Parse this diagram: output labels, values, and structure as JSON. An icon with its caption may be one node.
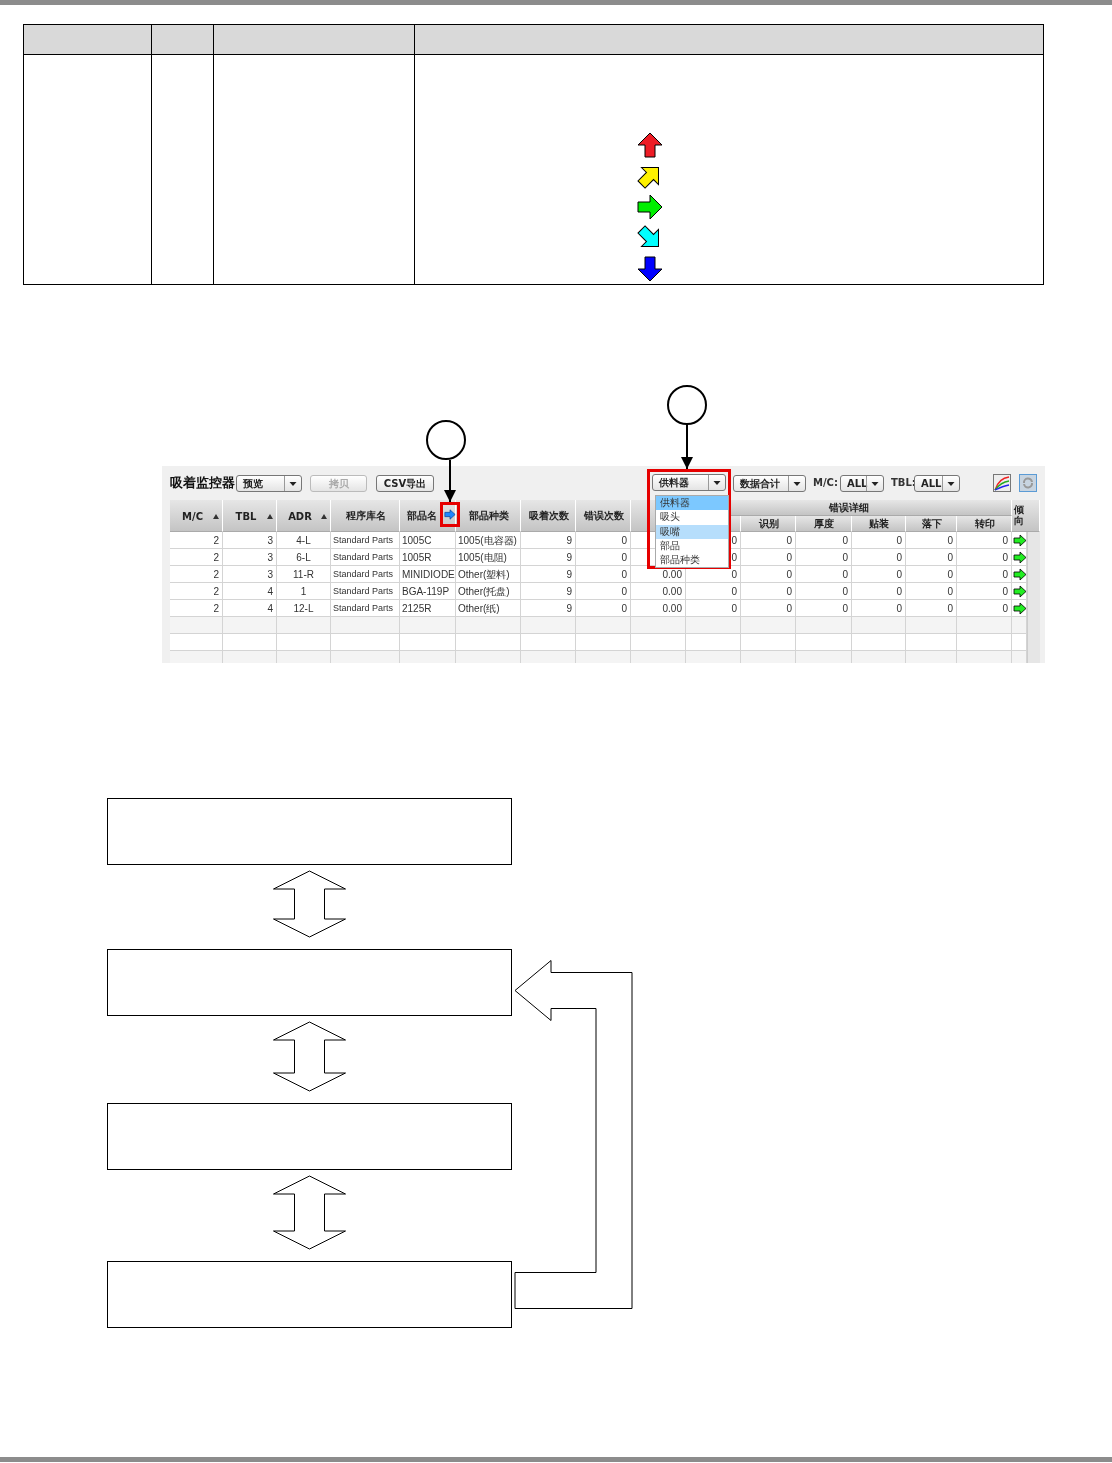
{
  "diagram": {
    "nodes": [
      {
        "text": [],
        "shape": "circle"
      },
      {
        "text": [],
        "shape": "circle"
      },
      {
        "text": [],
        "shape": "box"
      },
      {
        "text": [],
        "shape": "box"
      },
      {
        "text": [],
        "shape": "box"
      },
      {
        "text": [],
        "shape": "box"
      },
      {
        "text": [],
        "shape": "box"
      },
      {
        "text": [],
        "shape": "box"
      }
    ],
    "edges": [
      {
        "from": 0,
        "to": 2,
        "arrow": "to"
      },
      {
        "from": 1,
        "to": 3,
        "arrow": "to"
      },
      {
        "from": 4,
        "to": 5,
        "arrow": "both",
        "style": "thick"
      },
      {
        "from": 5,
        "to": 6,
        "arrow": "both",
        "style": "thick"
      },
      {
        "from": 6,
        "to": 7,
        "arrow": "both",
        "style": "thick"
      },
      {
        "from": 7,
        "to": 5,
        "arrow": "to",
        "style": "thick"
      }
    ],
    "labels": [
      "吸着监控器",
      "预览",
      "拷贝",
      "CSV导出",
      "供料器",
      "数据合计",
      "M/C:",
      "ALL",
      "TBL:",
      "ALL",
      "M/C",
      "TBL",
      "ADR",
      "程序库名",
      "部品名",
      "部品种类",
      "吸着次数",
      "错误次数",
      "错误详细",
      "识别",
      "厚度",
      "贴装",
      "落下",
      "转印",
      "倾向",
      "供料器",
      "吸头",
      "吸嘴",
      "部品",
      "部品种类",
      "2",
      "3",
      "4-L",
      "Standard Parts",
      "1005C",
      "1005(电容器)",
      "9",
      "0",
      "0",
      "0",
      "0",
      "0",
      "0",
      "0",
      "2",
      "3",
      "6-L",
      "Standard Parts",
      "1005R",
      "1005(电阻)",
      "9",
      "0",
      "0",
      "0",
      "0",
      "0",
      "0",
      "0",
      "2",
      "3",
      "11-R",
      "Standard Parts",
      "MINIDIODE",
      "Other(塑料)",
      "9",
      "0",
      "0.00",
      "0",
      "0",
      "0",
      "0",
      "0",
      "0",
      "2",
      "4",
      "1",
      "Standard Parts",
      "BGA-119P",
      "Other(托盘)",
      "9",
      "0",
      "0.00",
      "0",
      "0",
      "0",
      "0",
      "0",
      "0",
      "2",
      "4",
      "12-L",
      "Standard Parts",
      "2125R",
      "Other(纸)",
      "9",
      "0",
      "0.00",
      "0",
      "0",
      "0",
      "0",
      "0",
      "0"
    ]
  }
}
